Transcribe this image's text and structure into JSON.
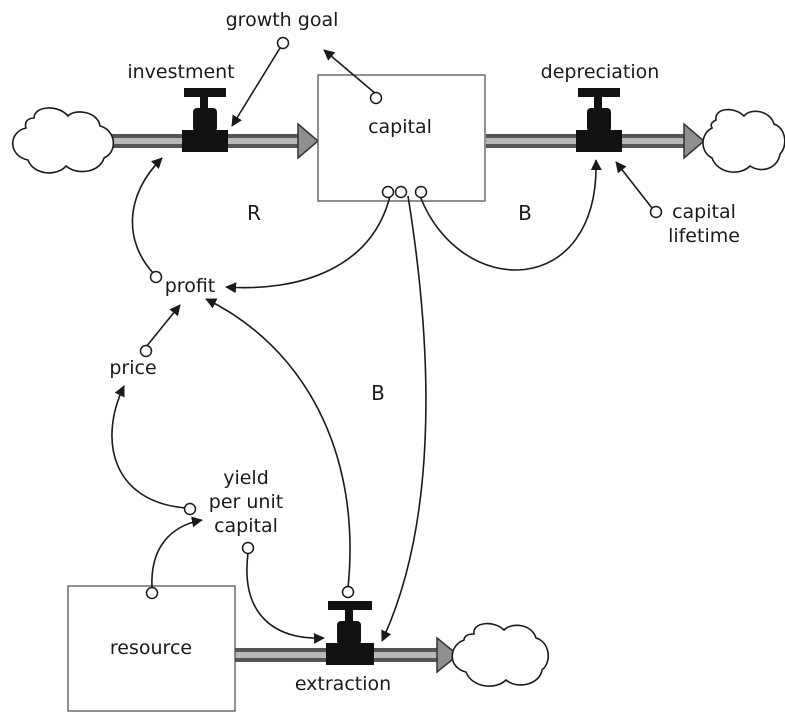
{
  "stocks": {
    "capital": "capital",
    "resource": "resource"
  },
  "flows": {
    "investment": "investment",
    "depreciation": "depreciation",
    "extraction": "extraction"
  },
  "variables": {
    "growth_goal": "growth goal",
    "capital_lifetime_line1": "capital",
    "capital_lifetime_line2": "lifetime",
    "profit": "profit",
    "price": "price",
    "yield_line1": "yield",
    "yield_line2": "per unit",
    "yield_line3": "capital"
  },
  "loops": {
    "reinforcing": "R",
    "balancing_capital": "B",
    "balancing_extraction": "B"
  },
  "colors": {
    "pipe": "#555555",
    "pipe_fill": "#b8b8b8",
    "valve": "#111111",
    "ink": "#1a1a1a"
  },
  "icons": [
    "cloud-source-icon",
    "cloud-sink-icon",
    "valve-icon",
    "flow-arrowhead-icon"
  ]
}
